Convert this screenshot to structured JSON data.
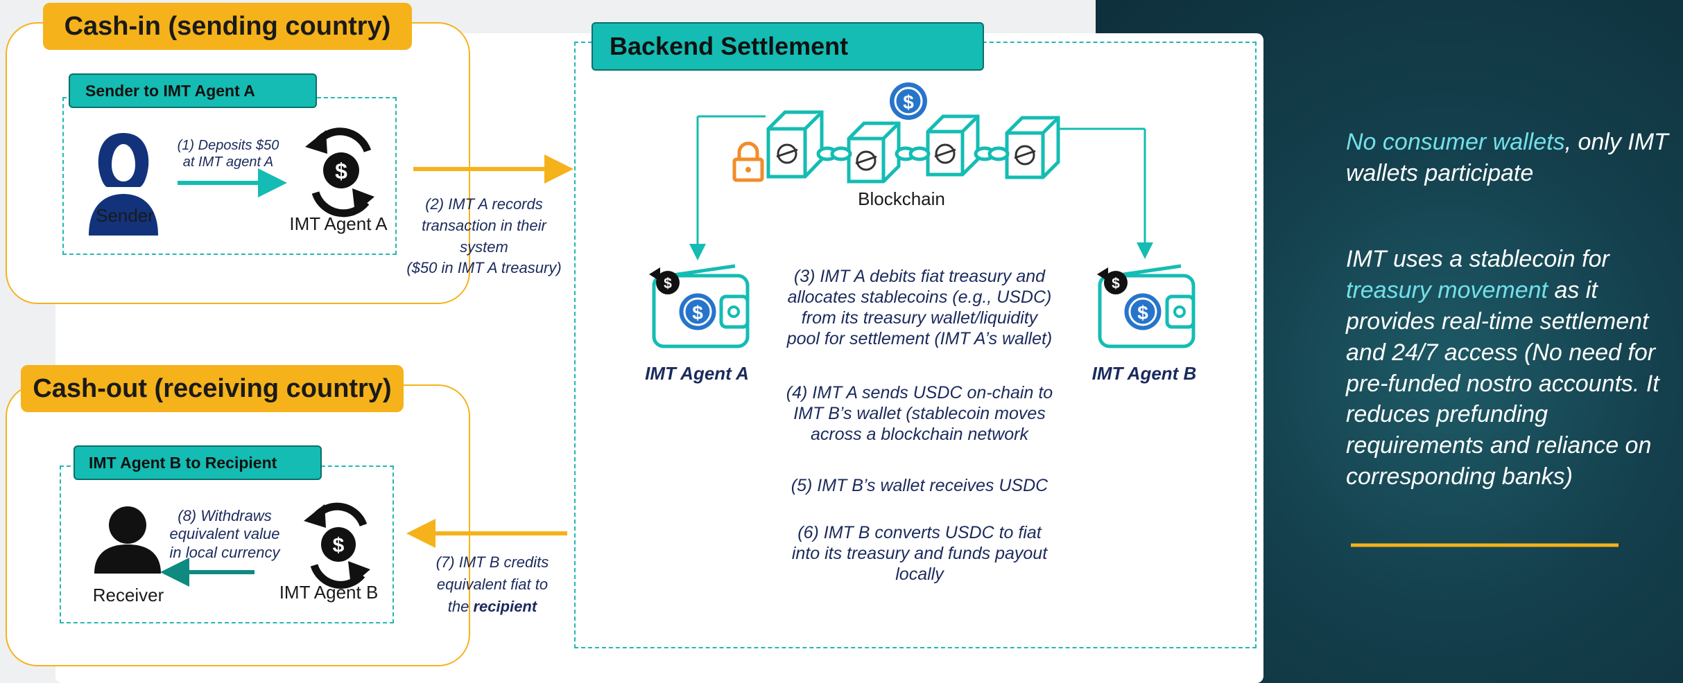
{
  "cash_in": {
    "title": "Cash-in (sending country)",
    "subtitle": "Sender to IMT Agent A",
    "sender_label": "Sender",
    "agent_label": "IMT Agent A",
    "step1": [
      "(1) Deposits $50",
      "at IMT agent A"
    ]
  },
  "step2": [
    "(2) IMT A records",
    "transaction in their",
    "system",
    "($50 in IMT A treasury)"
  ],
  "backend": {
    "title": "Backend Settlement",
    "blockchain_label": "Blockchain",
    "agent_a_label": "IMT Agent A",
    "agent_b_label": "IMT Agent B",
    "step3": [
      "(3) IMT A debits fiat treasury and",
      "allocates stablecoins (e.g., USDC)",
      "from its treasury wallet/liquidity",
      "pool for settlement (IMT A’s wallet)"
    ],
    "step4": [
      "(4) IMT A sends USDC on-chain to",
      "IMT B’s wallet (stablecoin moves",
      "across a blockchain network"
    ],
    "step5": [
      "(5) IMT B’s wallet receives USDC"
    ],
    "step6": [
      "(6) IMT B converts USDC to fiat",
      "into its treasury and funds payout",
      "locally"
    ]
  },
  "cash_out": {
    "title": "Cash-out (receiving country)",
    "subtitle": "IMT Agent B to Recipient",
    "receiver_label": "Receiver",
    "agent_label": "IMT Agent B",
    "step8": [
      "(8) Withdraws",
      "equivalent value",
      "in local currency"
    ]
  },
  "step7": {
    "line1": "(7) IMT B credits",
    "line2": "equivalent fiat to",
    "line3_prefix": "the ",
    "line3_bold": "recipient"
  },
  "side": {
    "p1_highlight": "No consumer wallets",
    "p1_rest": ", only IMT wallets participate",
    "p2_pre": "IMT uses a stablecoin for ",
    "p2_highlight": "treasury movement",
    "p2_rest": " as it provides real-time settlement and 24/7 access (No need for pre-funded nostro accounts. It reduces prefunding requirements and reliance on corresponding banks)"
  },
  "colors": {
    "accent_yellow": "#f5b21a",
    "teal": "#14bcb3",
    "navy_text": "#1b2a5c",
    "usdc_blue": "#2775ca",
    "lock_orange": "#f28c28",
    "highlight": "#74e0ea"
  }
}
